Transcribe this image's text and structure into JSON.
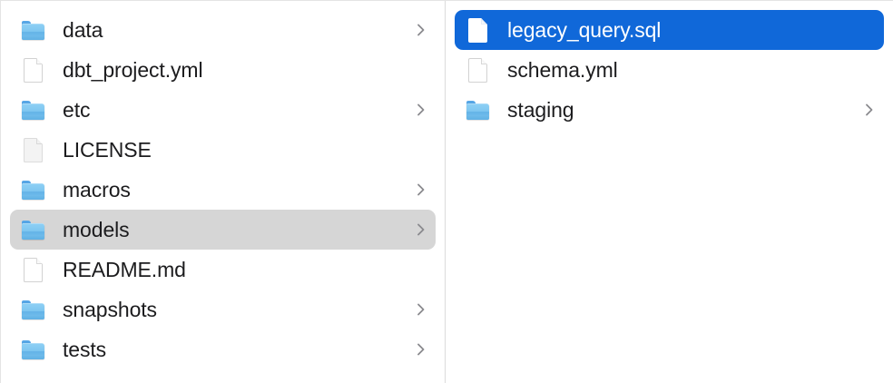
{
  "window": {
    "title": "Finder Column View",
    "view_mode": "column"
  },
  "colors": {
    "selection_active": "#1068d9",
    "selection_inactive": "#d6d6d6",
    "background": "#ffffff",
    "divider": "#dcdcdc",
    "text": "#1c1c1e",
    "text_selected": "#ffffff",
    "folder_blue": "#7ec6f0",
    "chevron": "#8a8a8e"
  },
  "columns": [
    {
      "name": "parent-column",
      "items": [
        {
          "label": "data",
          "kind": "folder",
          "icon": "folder-icon",
          "has_chevron": true,
          "selected": false,
          "selection_style": "none"
        },
        {
          "label": "dbt_project.yml",
          "kind": "file",
          "icon": "document-icon",
          "has_chevron": false,
          "selected": false,
          "selection_style": "none"
        },
        {
          "label": "etc",
          "kind": "folder",
          "icon": "folder-icon",
          "has_chevron": true,
          "selected": false,
          "selection_style": "none"
        },
        {
          "label": "LICENSE",
          "kind": "file",
          "icon": "document-plain-icon",
          "has_chevron": false,
          "selected": false,
          "selection_style": "none"
        },
        {
          "label": "macros",
          "kind": "folder",
          "icon": "folder-icon",
          "has_chevron": true,
          "selected": false,
          "selection_style": "none"
        },
        {
          "label": "models",
          "kind": "folder",
          "icon": "folder-icon",
          "has_chevron": true,
          "selected": true,
          "selection_style": "inactive"
        },
        {
          "label": "README.md",
          "kind": "file",
          "icon": "document-icon",
          "has_chevron": false,
          "selected": false,
          "selection_style": "none"
        },
        {
          "label": "snapshots",
          "kind": "folder",
          "icon": "folder-icon",
          "has_chevron": true,
          "selected": false,
          "selection_style": "none"
        },
        {
          "label": "tests",
          "kind": "folder",
          "icon": "folder-icon",
          "has_chevron": true,
          "selected": false,
          "selection_style": "none"
        }
      ]
    },
    {
      "name": "child-column",
      "items": [
        {
          "label": "legacy_query.sql",
          "kind": "file",
          "icon": "document-icon",
          "has_chevron": false,
          "selected": true,
          "selection_style": "active"
        },
        {
          "label": "schema.yml",
          "kind": "file",
          "icon": "document-icon",
          "has_chevron": false,
          "selected": false,
          "selection_style": "none"
        },
        {
          "label": "staging",
          "kind": "folder",
          "icon": "folder-icon",
          "has_chevron": true,
          "selected": false,
          "selection_style": "none"
        }
      ]
    }
  ]
}
